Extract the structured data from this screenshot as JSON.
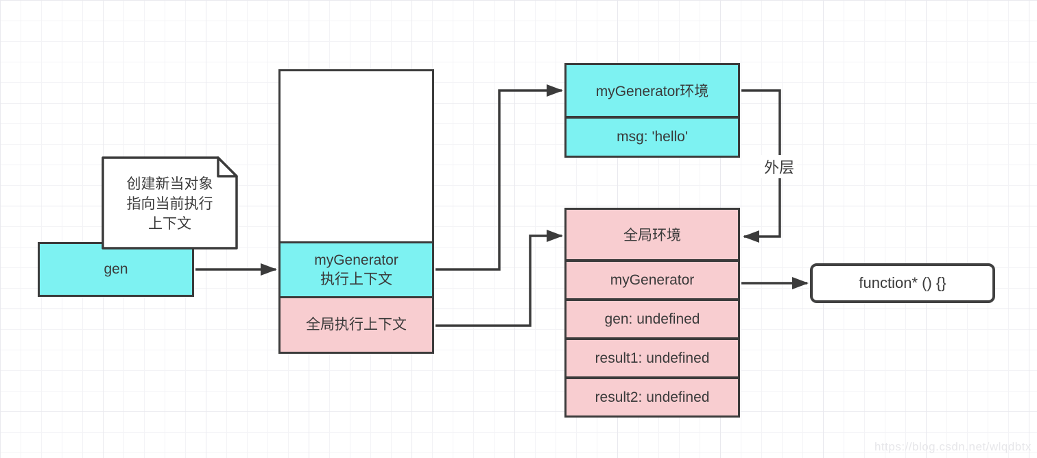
{
  "diagram": {
    "gen_box": {
      "label": "gen"
    },
    "note_box": {
      "line1": "创建新当对象",
      "line2": "指向当前执行",
      "line3": "上下文"
    },
    "stack_box": {
      "cyan_line1": "myGenerator",
      "cyan_line2": "执行上下文",
      "pink_label": "全局执行上下文"
    },
    "generator_env_table": {
      "header": "myGenerator环境",
      "rows": [
        "msg: 'hello'"
      ]
    },
    "global_env_table": {
      "header": "全局环境",
      "rows": [
        "myGenerator",
        "gen: undefined",
        "result1: undefined",
        "result2: undefined"
      ]
    },
    "function_box": {
      "label": "function* () {}"
    },
    "edge_labels": {
      "outer": "外层"
    },
    "watermark": "https://blog.csdn.net/wlqdbtx",
    "colors": {
      "cyan_fill": "#7df2f2",
      "pink_fill": "#f8cdd0",
      "stroke": "#3b3b3b"
    }
  }
}
